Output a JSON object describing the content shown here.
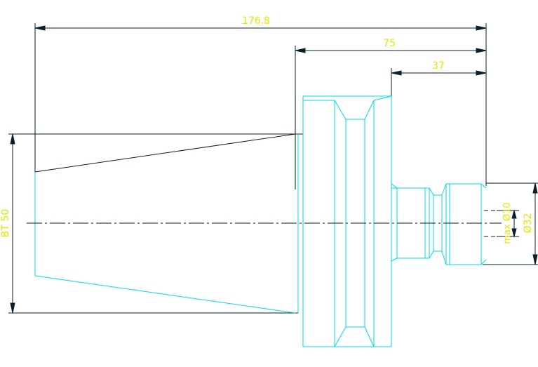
{
  "dimensions": {
    "overall_length": "176.8",
    "flange_to_end": "75",
    "shank_length": "37",
    "taper_spec": "BT 50",
    "max_bore": "max Ø10",
    "shank_diameter": "Ø32"
  },
  "colors": {
    "background": "#ffffff",
    "outline": "#00d7e6",
    "dimension_line": "#0a1f2a",
    "dimension_text": "#e6e600",
    "center_line": "#0a1f2a"
  }
}
